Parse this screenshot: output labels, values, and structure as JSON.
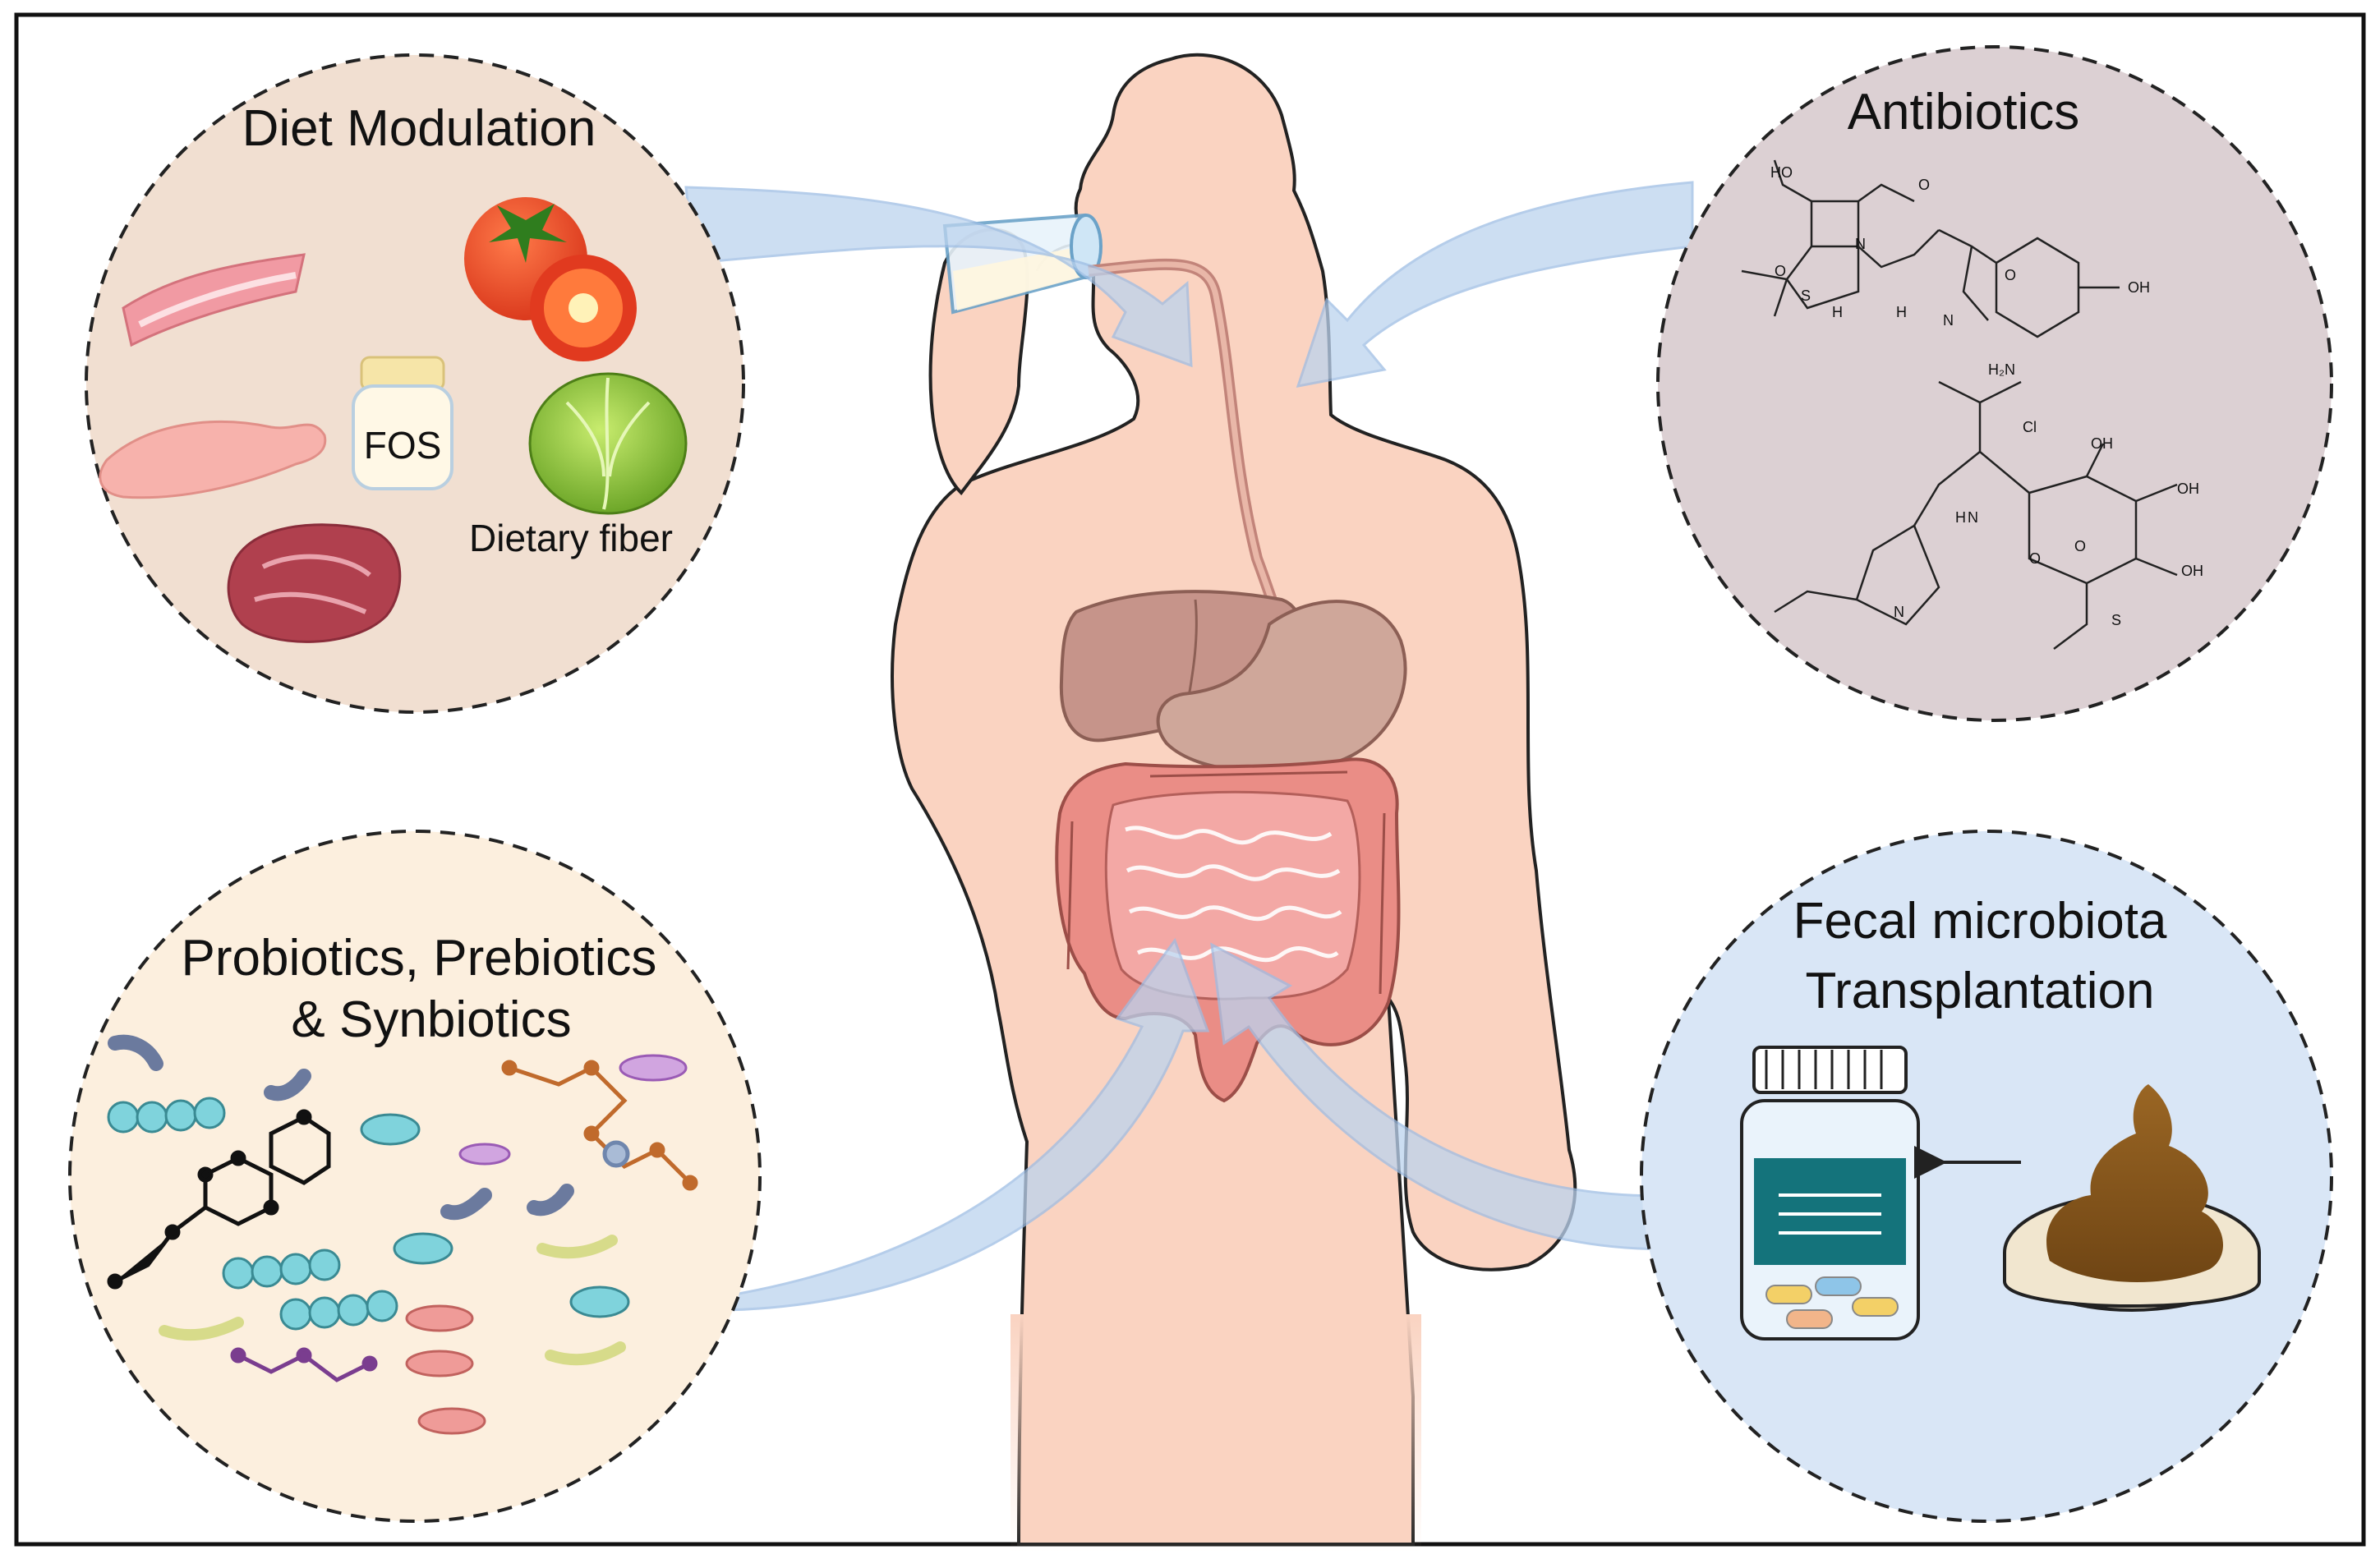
{
  "panels": {
    "diet": {
      "title": "Diet Modulation",
      "fos_label": "FOS",
      "fiber_label": "Dietary fiber",
      "fill": "#f1dfd1"
    },
    "antibiotics": {
      "title": "Antibiotics",
      "fill": "#dcd0d3",
      "molecule_1_atoms": [
        "HO",
        "O",
        "N",
        "O",
        "S",
        "H",
        "H",
        "N",
        "H₂N",
        "O",
        "OH"
      ],
      "molecule_2_atoms": [
        "Cl",
        "OH",
        "H",
        "N",
        "O",
        "OH",
        "O",
        "N",
        "OH",
        "S"
      ]
    },
    "probiotics": {
      "title_line1": "Probiotics, Prebiotics",
      "title_line2": "& Synbiotics",
      "fill": "#fcefde"
    },
    "fmt": {
      "title_line1": "Fecal microbiota",
      "title_line2": "Transplantation",
      "fill": "#d9e6f6"
    }
  },
  "colors": {
    "body": "#fad3c1",
    "body_outline": "#222222",
    "arrow": "#bcd3ee",
    "liver": "#c6948a",
    "stomach": "#cfa79a",
    "colon": "#ea8d86",
    "small_intestine": "#f3a8a5",
    "feces": "#8a5a1e",
    "jar_label": "#14737b"
  }
}
